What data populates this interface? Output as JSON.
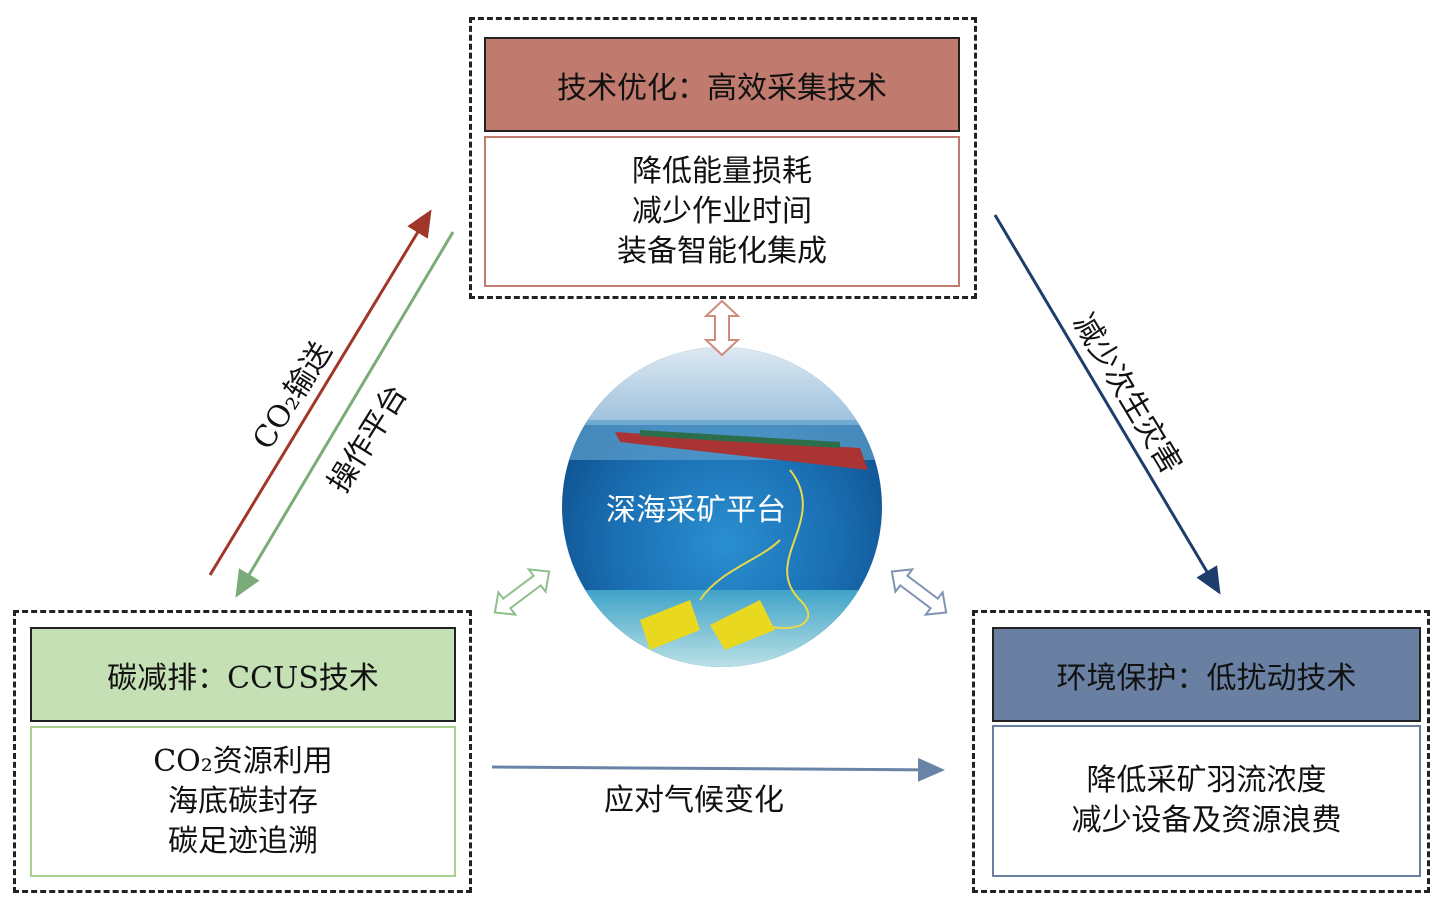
{
  "top": {
    "header": "技术优化：高效采集技术",
    "lines": [
      "降低能量损耗",
      "减少作业时间",
      "装备智能化集成"
    ],
    "header_color": "#c07a6e",
    "border_color": "#c07a6e"
  },
  "left": {
    "header": "碳减排：CCUS技术",
    "lines": [
      "CO₂资源利用",
      "海底碳封存",
      "碳足迹追溯"
    ],
    "header_color": "#c5e0b4",
    "border_color": "#a9d08e"
  },
  "right": {
    "header": "环境保护：低扰动技术",
    "lines": [
      "降低采矿羽流浓度",
      "减少设备及资源浪费"
    ],
    "header_color": "#6a80a2",
    "border_color": "#6a80a2"
  },
  "center": {
    "label": "深海采矿平台"
  },
  "arrows": {
    "co2_transport": "CO₂输送",
    "operation_platform": "操作平台",
    "reduce_disasters": "减少次生灾害",
    "climate_change": "应对气候变化"
  }
}
